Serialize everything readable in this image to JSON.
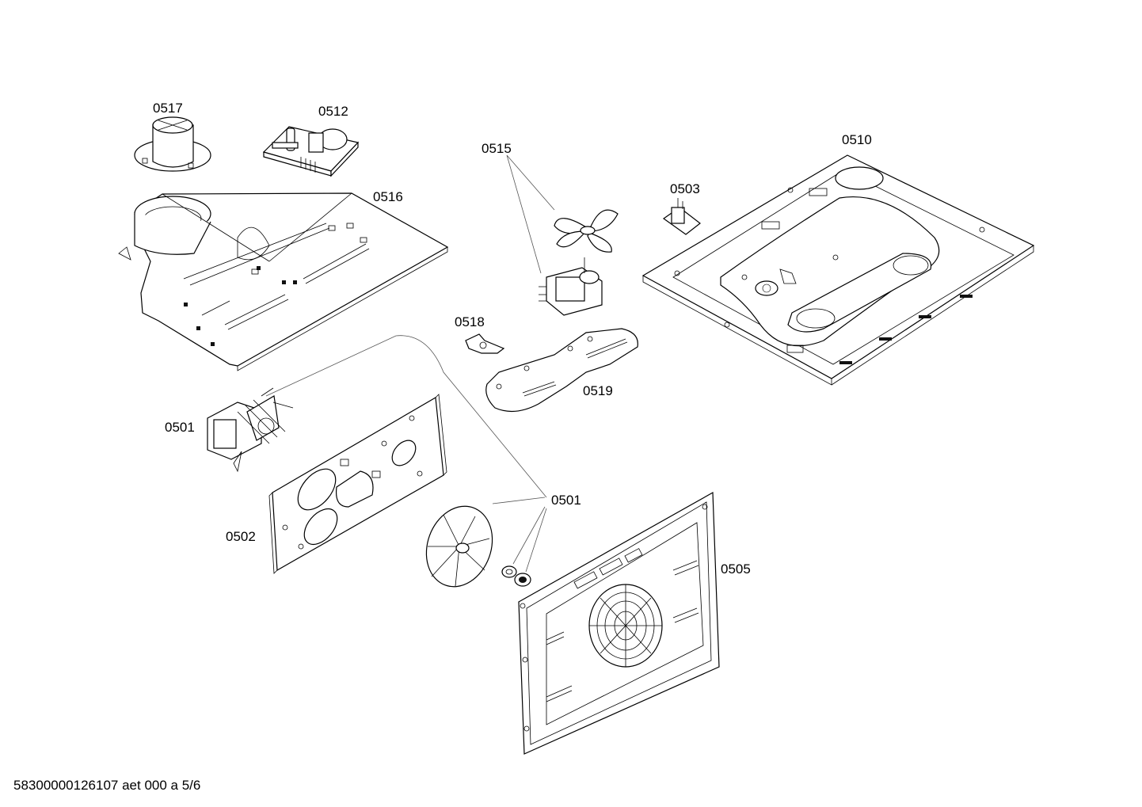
{
  "diagram": {
    "labels": {
      "p0517": "0517",
      "p0512": "0512",
      "p0516": "0516",
      "p0515": "0515",
      "p0503": "0503",
      "p0510": "0510",
      "p0518": "0518",
      "p0519": "0519",
      "p0501_motor": "0501",
      "p0501_fan": "0501",
      "p0502": "0502",
      "p0505": "0505"
    },
    "footer": "58300000126107 aet 000 a 5/6"
  }
}
